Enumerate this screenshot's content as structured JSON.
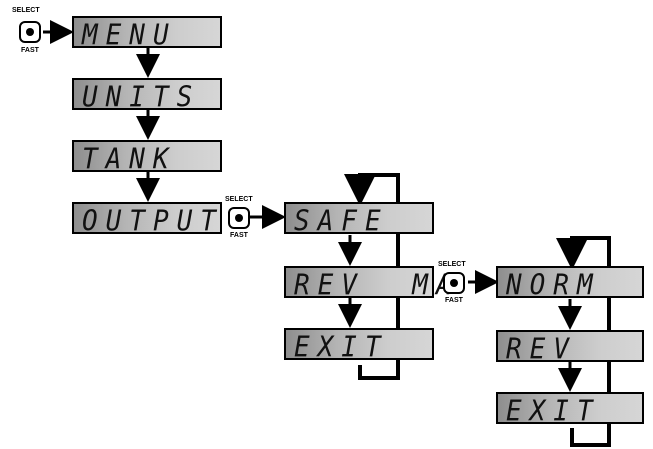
{
  "main_chain": {
    "menu": "MENU",
    "units": "UNITS",
    "tank": "TANK",
    "output": "OUTPUT"
  },
  "output_submenu": {
    "safe": "SAFE",
    "rev_ma": "REV  MA",
    "exit": "EXIT"
  },
  "rev_ma_submenu": {
    "norm": "NORM",
    "rev": "REV",
    "exit": "EXIT"
  },
  "buttons": {
    "select_label": "SELECT",
    "fast_label": "FAST",
    "icon": "select-button-icon"
  },
  "colors": {
    "lcd_dark": "#8e8e8e",
    "lcd_light": "#d6d6d6",
    "ink": "#000000"
  }
}
